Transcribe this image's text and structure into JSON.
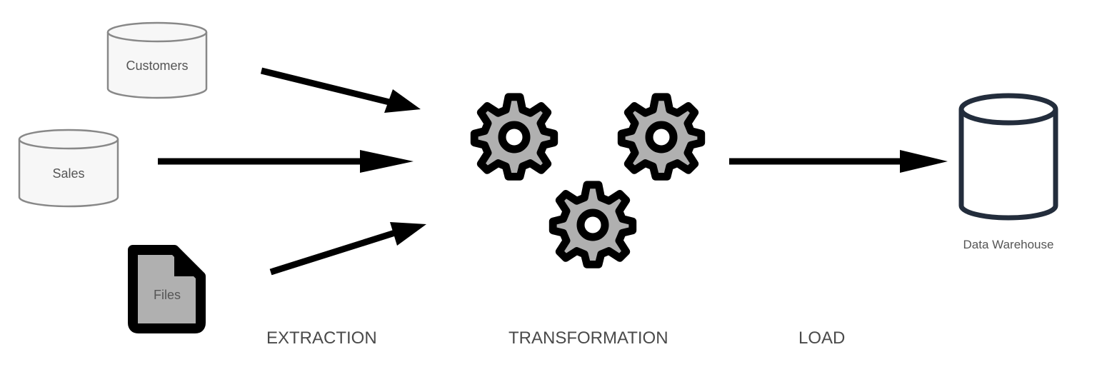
{
  "sources": {
    "customers": "Customers",
    "sales": "Sales",
    "files": "Files"
  },
  "target": {
    "warehouse": "Data Warehouse"
  },
  "stages": {
    "extraction": "EXTRACTION",
    "transformation": "TRANSFORMATION",
    "load": "LOAD"
  },
  "colors": {
    "source_fill": "#f7f7f7",
    "source_stroke": "#888888",
    "warehouse_stroke": "#232d3c",
    "gear_fill": "#b0b0b0",
    "arrow": "#000000",
    "text": "#555555"
  }
}
